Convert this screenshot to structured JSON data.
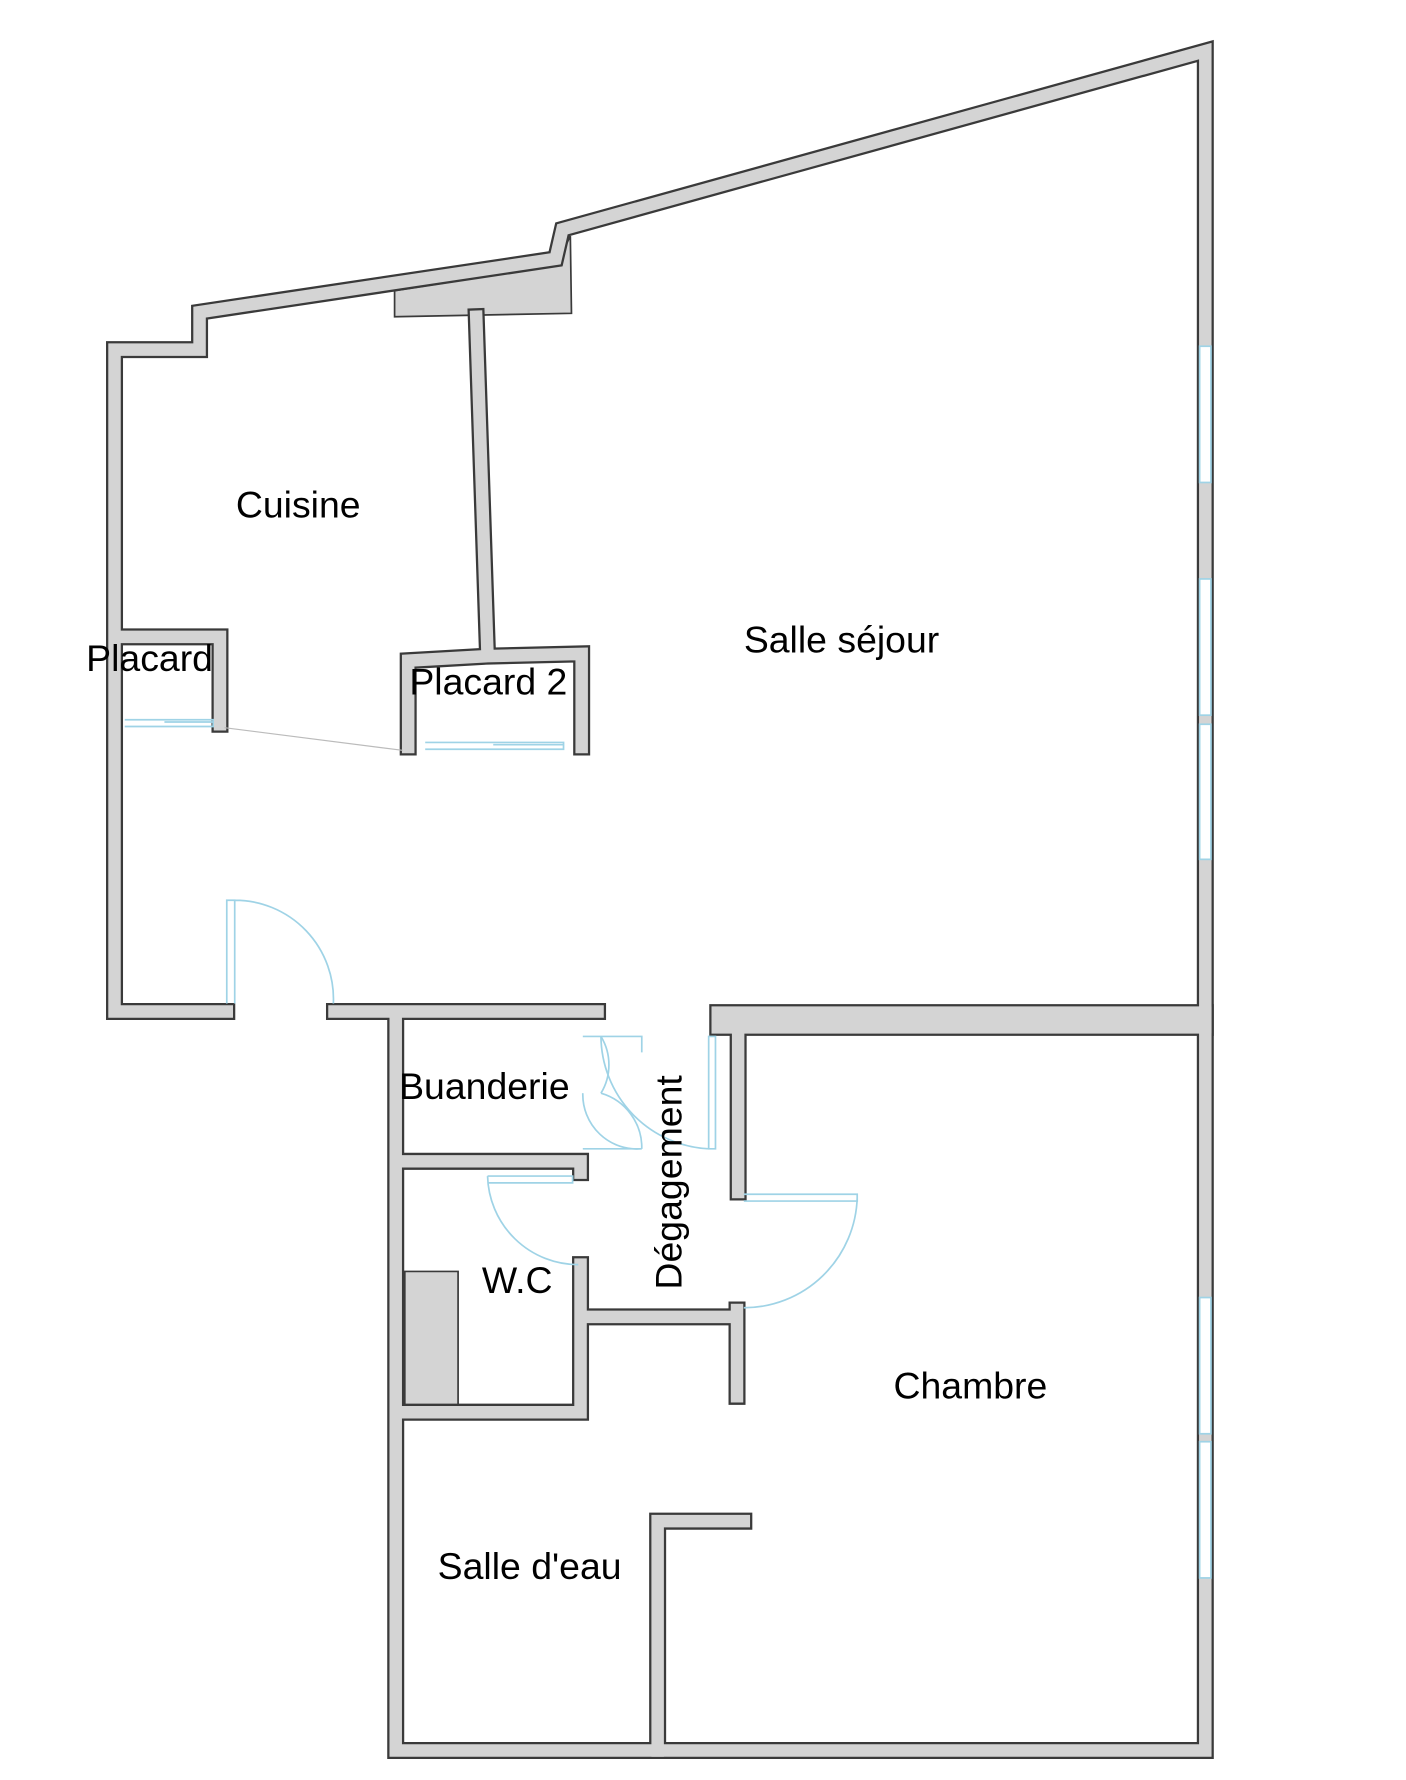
{
  "rooms": {
    "cuisine": "Cuisine",
    "placard": "Placard",
    "placard2": "Placard 2",
    "salle_sejour": "Salle séjour",
    "buanderie": "Buanderie",
    "degagement": "Dégagement",
    "wc": "W.C",
    "chambre": "Chambre",
    "salle_deau": "Salle d'eau"
  },
  "colors": {
    "wall": "#d4d4d4",
    "outline": "#3a3a3a",
    "opening": "#9fd3e6"
  }
}
